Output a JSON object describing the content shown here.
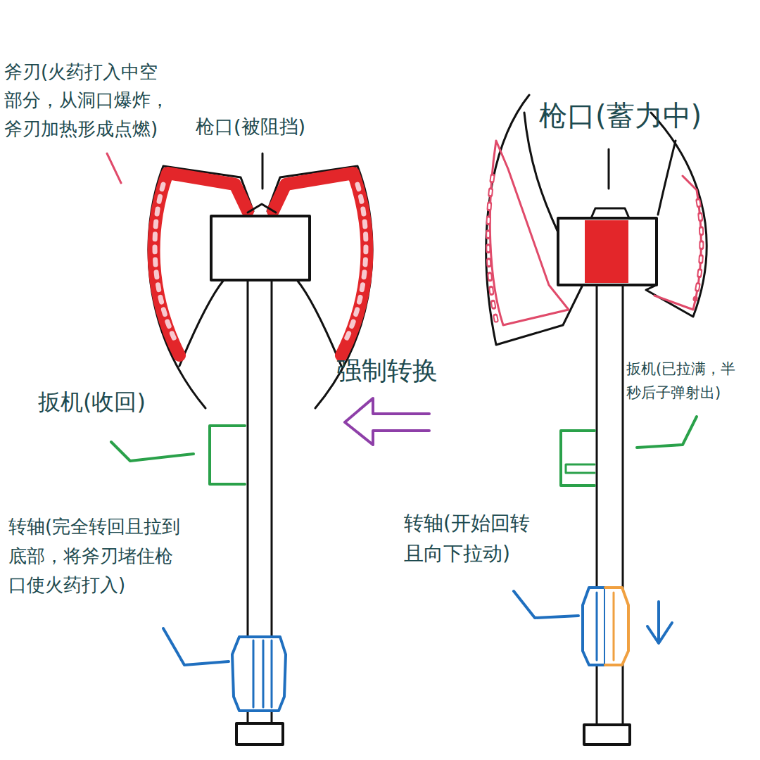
{
  "diagram": {
    "labels": [
      "斧刃(火药打入中空 部分，从洞口爆炸， 斧刃加热形成点燃)",
      "枪口(被阻挡)",
      "枪口(蓄力中)",
      "强制转换",
      "扳机(收回)",
      "扳机(已拉满，半 秒后子弹射出)",
      "转轴(完全转回且拉到 底部，将斧刃堵住枪 口使火药打入)",
      "转轴(开始回转 且向下拉动)"
    ]
  }
}
